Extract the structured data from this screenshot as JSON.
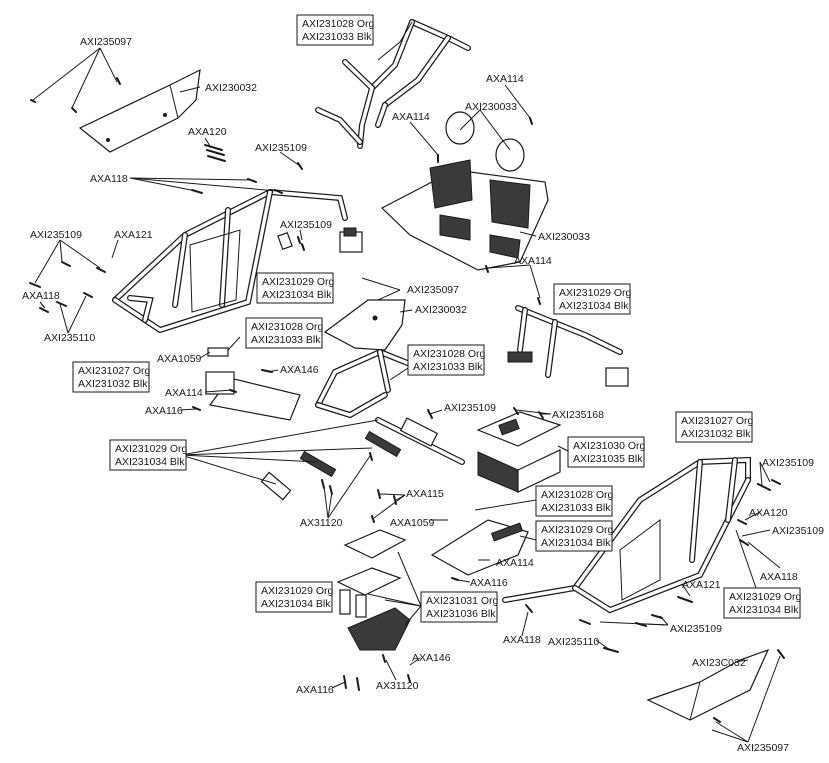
{
  "labels": {
    "axi235097_a": "AXI235097",
    "axi230032_a": "AXI230032",
    "axa120_a": "AXA120",
    "axi235109_a": "AXI235109",
    "axa118_a": "AXA118",
    "axi235109_b": "AXI235109",
    "axa121_a": "AXA121",
    "axi235109_c": "AXI235109",
    "axa118_b": "AXA118",
    "axi235110_a": "AXI235110",
    "axa1059_a": "AXA1059",
    "axa146_a": "AXA146",
    "axa114_a": "AXA114",
    "axa116_a": "AXA116",
    "axa114_b": "AXA114",
    "axa114_c": "AXA114",
    "axi230033_a": "AXI230033",
    "axi230033_b": "AXI230033",
    "axa114_d": "AXA114",
    "axi235097_b": "AXI235097",
    "axi230032_b": "AXI230032",
    "axi235109_d": "AXI235109",
    "axi235168": "AXI235168",
    "axx31120_a": "AX31120",
    "axa115": "AXA115",
    "axa1059_b": "AXA1059",
    "axa114_e": "AXA114",
    "axa116_b": "AXA116",
    "axa146_b": "AXA146",
    "axx31120_b": "AX31120",
    "axa116_c": "AXA116",
    "axi235109_e": "AXI235109",
    "axa120_b": "AXA120",
    "axi235109_f": "AXI235109",
    "axa118_c": "AXA118",
    "axa121_b": "AXA121",
    "axi235109_g": "AXI235109",
    "axa118_d": "AXA118",
    "axi235110_b": "AXI235110",
    "axi230032_c": "AXI23C032",
    "axi235097_c": "AXI235097"
  },
  "boxes": {
    "b1": [
      "AXI231028 Org",
      "AXI231033 Blk"
    ],
    "b2": [
      "AXI231029 Org",
      "AXI231034 Blk"
    ],
    "b3": [
      "AXI231029 Org",
      "AXI231034 Blk"
    ],
    "b4": [
      "AXI231028 Org",
      "AXI231033 Blk"
    ],
    "b5": [
      "AXI231027 Org",
      "AXI231032 Blk"
    ],
    "b6": [
      "AXI231028 Org",
      "AXI231033 Blk"
    ],
    "b7": [
      "AXI231029 Org",
      "AXI231034 Blk"
    ],
    "b8": [
      "AXI231030 Org",
      "AXI231035 Blk"
    ],
    "b9": [
      "AXI231027 Org",
      "AXI231032 Blk"
    ],
    "b10": [
      "AXI231028 Org",
      "AXI231033 Blk"
    ],
    "b11": [
      "AXI231029 Org",
      "AXI231034 Blk"
    ],
    "b12": [
      "AXI231029 Org",
      "AXI231034 Blk"
    ],
    "b13": [
      "AXI231031 Org",
      "AXI231036 Blk"
    ],
    "b14": [
      "AXI231029 Org",
      "AXI231034 Blk"
    ]
  }
}
